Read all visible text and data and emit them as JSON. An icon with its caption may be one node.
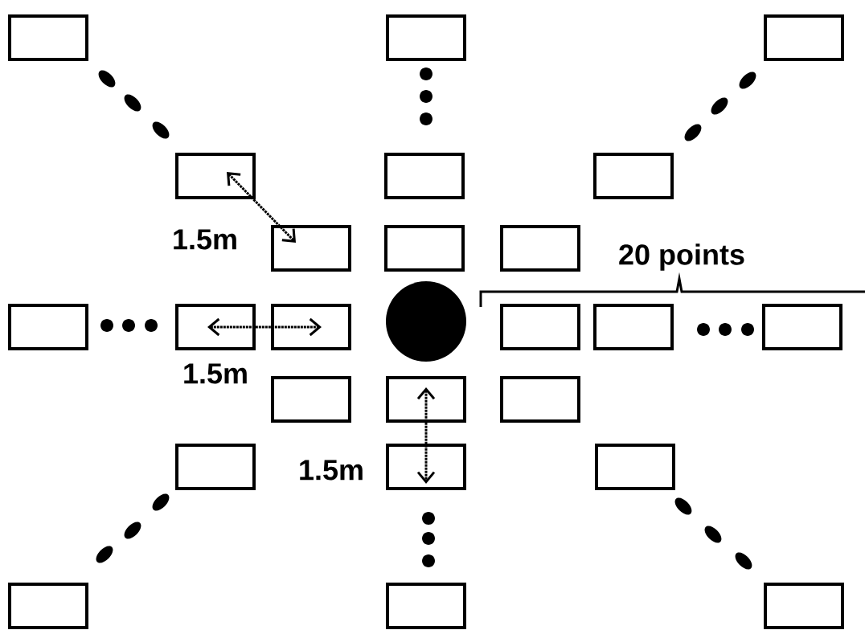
{
  "diagram": {
    "nodes": [
      {
        "text": [],
        "shape": "box"
      },
      {
        "text": [],
        "shape": "box"
      },
      {
        "text": [],
        "shape": "box"
      },
      {
        "text": [],
        "shape": "box"
      },
      {
        "text": [],
        "shape": "box"
      },
      {
        "text": [],
        "shape": "box"
      },
      {
        "text": [],
        "shape": "box"
      },
      {
        "text": [],
        "shape": "box"
      },
      {
        "text": [],
        "shape": "box"
      },
      {
        "text": [],
        "shape": "box"
      },
      {
        "text": [],
        "shape": "box"
      },
      {
        "text": [],
        "shape": "box"
      },
      {
        "text": [],
        "shape": "circle"
      },
      {
        "text": [],
        "shape": "box"
      },
      {
        "text": [],
        "shape": "box"
      },
      {
        "text": [],
        "shape": "box"
      },
      {
        "text": [],
        "shape": "box"
      },
      {
        "text": [],
        "shape": "box"
      },
      {
        "text": [],
        "shape": "box"
      },
      {
        "text": [],
        "shape": "box"
      },
      {
        "text": [],
        "shape": "box"
      },
      {
        "text": [],
        "shape": "box"
      },
      {
        "text": [],
        "shape": "box"
      },
      {
        "text": [],
        "shape": "box"
      },
      {
        "text": [],
        "shape": "box"
      }
    ],
    "edges": [
      {
        "from": 3,
        "to": 6,
        "arrow": "both",
        "style": "dashed",
        "label": "1.5m"
      },
      {
        "from": 10,
        "to": 11,
        "arrow": "both",
        "style": "dashed",
        "label": "1.5m"
      },
      {
        "from": 17,
        "to": 20,
        "arrow": "both",
        "style": "dashed",
        "label": "1.5m"
      }
    ],
    "labels": [
      "20 points"
    ]
  }
}
